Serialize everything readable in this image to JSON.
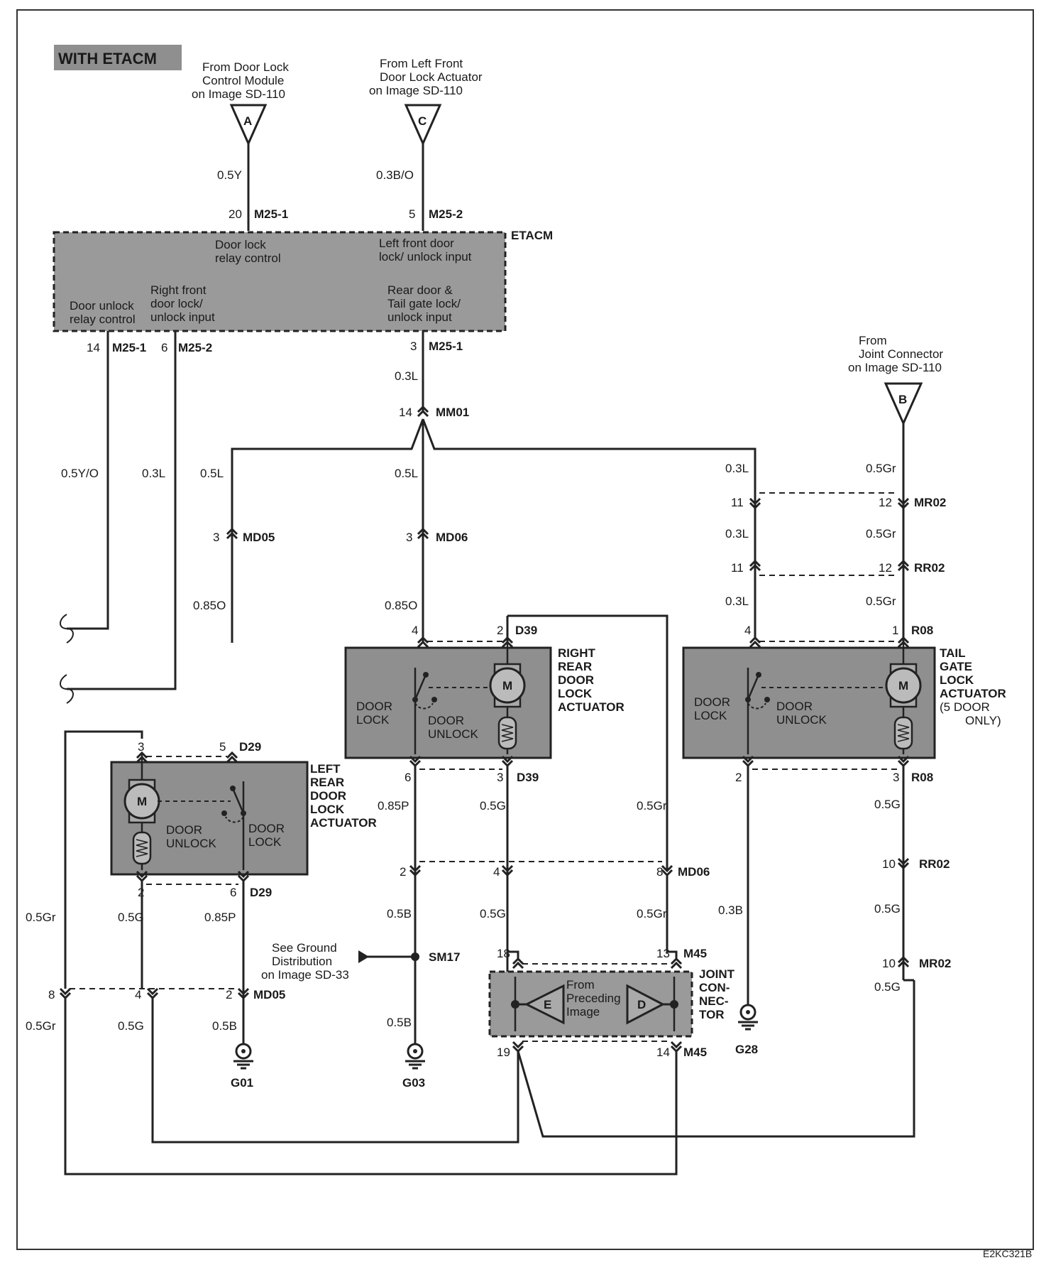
{
  "header_tag": "WITH ETACM",
  "figure_id": "E2KC321B",
  "sources": {
    "A": {
      "letter": "A",
      "line1": "From Door Lock",
      "line2": "Control Module",
      "line3": "on Image SD-110"
    },
    "C": {
      "letter": "C",
      "line1": "From Left Front",
      "line2": "Door Lock Actuator",
      "line3": "on Image SD-110"
    },
    "B": {
      "letter": "B",
      "line1": "From",
      "line2": "Joint Connector",
      "line3": "on Image SD-110"
    }
  },
  "etacm": {
    "name": "ETACM",
    "door_lock_relay": [
      "Door lock",
      "relay control"
    ],
    "lf_input": [
      "Left front door",
      "lock/ unlock input"
    ],
    "rf_input": [
      "Right front",
      "door lock/",
      "unlock input"
    ],
    "door_unlock_relay": [
      "Door unlock",
      "relay control"
    ],
    "rear_input": [
      "Rear door &",
      "Tail gate lock/",
      "unlock input"
    ]
  },
  "actuators": {
    "right_rear": [
      "RIGHT",
      "REAR",
      "DOOR",
      "LOCK",
      "ACTUATOR"
    ],
    "left_rear": [
      "LEFT",
      "REAR",
      "DOOR",
      "LOCK",
      "ACTUATOR"
    ],
    "tail_gate": [
      "TAIL",
      "GATE",
      "LOCK",
      "ACTUATOR",
      "(5 DOOR",
      "ONLY)"
    ],
    "door_lock": [
      "DOOR",
      "LOCK"
    ],
    "door_unlock": [
      "DOOR",
      "UNLOCK"
    ],
    "motor": "M"
  },
  "joint": {
    "name": [
      "JOINT",
      "CON-",
      "NEC-",
      "TOR"
    ],
    "inner": [
      "From",
      "Preceding",
      "Image"
    ],
    "e": "E",
    "d": "D"
  },
  "ground_note": [
    "See Ground",
    "Distribution",
    "on Image SD-33"
  ],
  "grounds": {
    "g01": "G01",
    "g03": "G03",
    "g28": "G28"
  },
  "conn": {
    "m25_1": "M25-1",
    "m25_2": "M25-2",
    "mm01": "MM01",
    "md05": "MD05",
    "md06": "MD06",
    "mr02": "MR02",
    "rr02": "RR02",
    "d29": "D29",
    "d39": "D39",
    "r08": "R08",
    "sm17": "SM17",
    "m45": "M45"
  },
  "pins": {
    "p20": "20",
    "p5": "5",
    "p14": "14",
    "p6": "6",
    "p3": "3",
    "p11": "11",
    "p12": "12",
    "p4": "4",
    "p2": "2",
    "p1": "1",
    "p8": "8",
    "p10": "10",
    "p18": "18",
    "p13": "13",
    "p19": "19"
  },
  "wires": {
    "y05": "0.5Y",
    "bo03": "0.3B/O",
    "l03": "0.3L",
    "yo05": "0.5Y/O",
    "l05": "0.5L",
    "gr05": "0.5Gr",
    "o085": "0.85O",
    "p085": "0.85P",
    "g05": "0.5G",
    "b05": "0.5B",
    "b03": "0.3B"
  }
}
